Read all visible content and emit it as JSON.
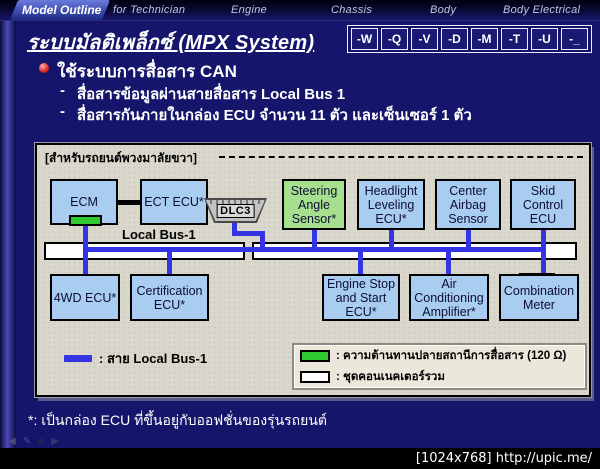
{
  "tabbar": {
    "tabs": [
      {
        "label": "Model Outline",
        "active": true
      },
      {
        "label": "for Technician",
        "active": false
      },
      {
        "label": "Engine",
        "active": false
      },
      {
        "label": "Chassis",
        "active": false
      },
      {
        "label": "Body",
        "active": false
      },
      {
        "label": "Body Electrical",
        "active": false
      }
    ]
  },
  "header": {
    "title": "ระบบมัลติเพล็กซ์ (MPX System)",
    "nav_buttons": [
      "-W",
      "-Q",
      "-V",
      "-D",
      "-M",
      "-T",
      "-U",
      "-_"
    ]
  },
  "content": {
    "bullet": "ใช้ระบบการสื่อสาร CAN",
    "sub_bullets": [
      {
        "dash": "-",
        "text": "สื่อสารข้อมูลผ่านสายสื่อสาร Local Bus 1"
      },
      {
        "dash": "-",
        "text": "สื่อสารกันภายในกล่อง ECU จำนวน 11 ตัว และเซ็นเซอร์ 1 ตัว"
      }
    ]
  },
  "diagram": {
    "caption": "[สำหรับรถยนต์พวงมาลัยขวา]",
    "bus_label": "Local Bus-1",
    "boxes": {
      "ecm": "ECM",
      "ect": "ECT ECU*",
      "dlc3": "DLC3",
      "steering": "Steering Angle Sensor*",
      "headlight": "Headlight Leveling ECU*",
      "airbag": "Center Airbag Sensor",
      "skid": "Skid Control ECU",
      "fourwd": "4WD ECU*",
      "cert": "Certification ECU*",
      "engine": "Engine Stop and Start ECU*",
      "aircon": "Air Conditioning Amplifier*",
      "combi": "Combination Meter"
    },
    "colors": {
      "ecu_fill": "#a9cdf0",
      "sensor_fill": "#a6e08e",
      "terminator_fill": "#2fc82f",
      "wire": "#3434e4",
      "panel_bg": "#dad7cd",
      "page_bg": "#15156b"
    }
  },
  "legend": {
    "bus_item": ": สาย Local Bus-1",
    "terminator_item": ": ความต้านทานปลายสถานีการสื่อสาร (120 Ω)",
    "connector_item": ": ชุดคอนเนคเตอร์รวม"
  },
  "footnote": "*: เป็นกล่อง ECU ที่ขึ้นอยู่กับออฟชั่นของรุ่นรถยนต์",
  "watermark": "[1024x768] http://upic.me/"
}
